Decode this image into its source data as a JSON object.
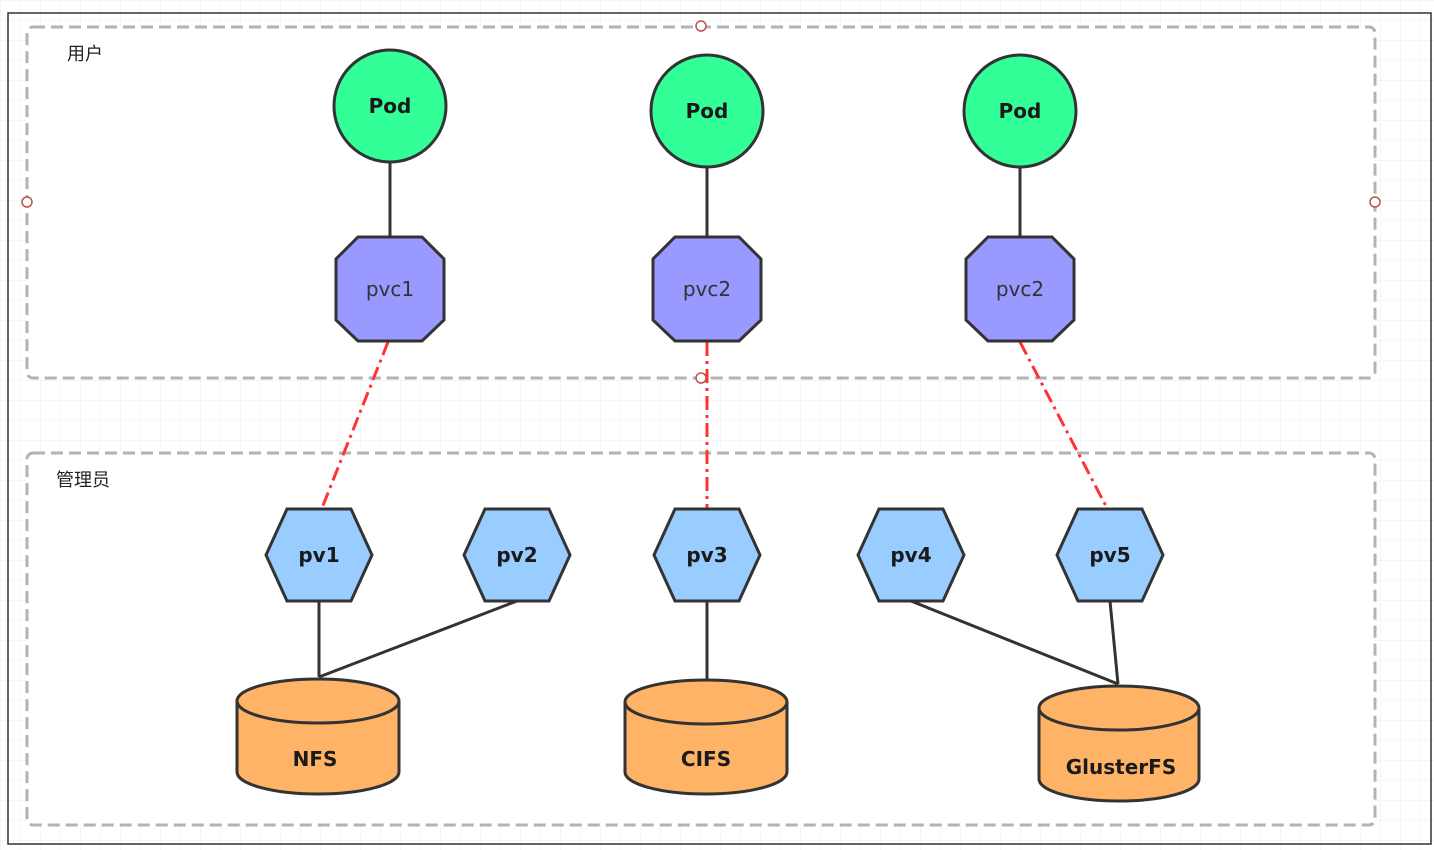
{
  "groups": {
    "user": {
      "label": "用户"
    },
    "admin": {
      "label": "管理员"
    }
  },
  "pods": [
    {
      "label": "Pod"
    },
    {
      "label": "Pod"
    },
    {
      "label": "Pod"
    }
  ],
  "pvcs": [
    {
      "label": "pvc1"
    },
    {
      "label": "pvc2"
    },
    {
      "label": "pvc2"
    }
  ],
  "pvs": [
    {
      "label": "pv1"
    },
    {
      "label": "pv2"
    },
    {
      "label": "pv3"
    },
    {
      "label": "pv4"
    },
    {
      "label": "pv5"
    }
  ],
  "storages": [
    {
      "label": "NFS"
    },
    {
      "label": "CIFS"
    },
    {
      "label": "GlusterFS"
    }
  ],
  "colors": {
    "pod_fill": "#33FF99",
    "pvc_fill": "#9999FF",
    "pv_fill": "#99CCFF",
    "storage_fill": "#FFB366",
    "binding_line": "#FF3333",
    "stroke": "#333333",
    "group_border": "#b3b3b3",
    "grid": "#ececec",
    "handle": "#b85450"
  }
}
